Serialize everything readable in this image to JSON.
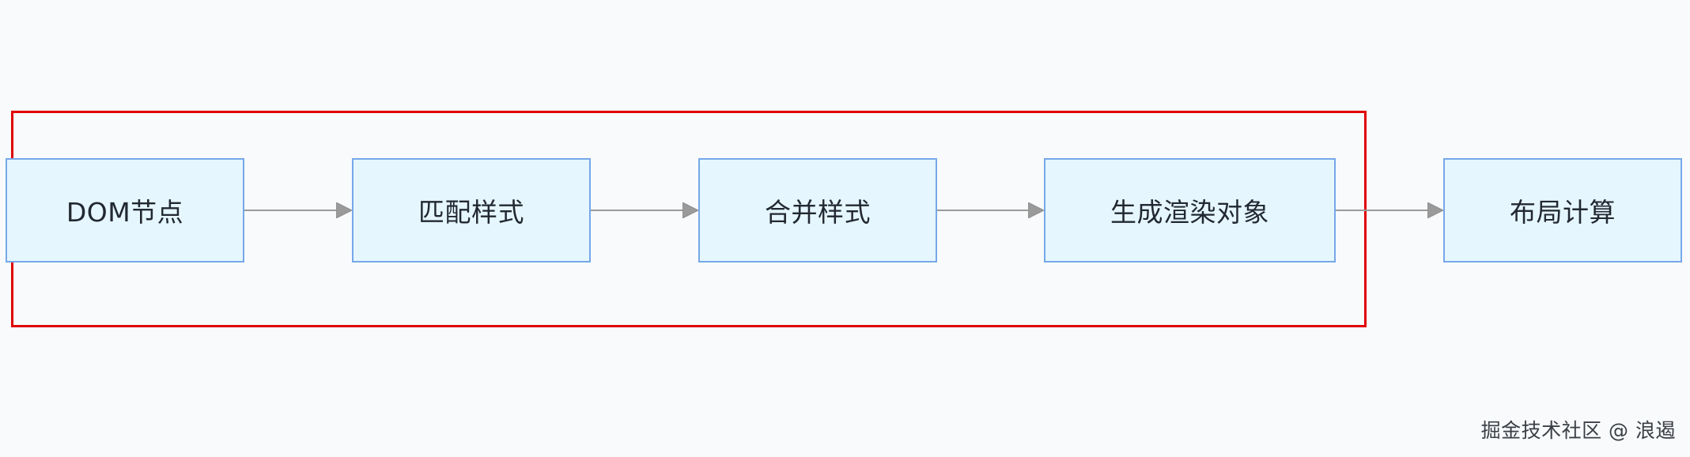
{
  "diagram": {
    "nodes": [
      {
        "label": "DOM节点"
      },
      {
        "label": "匹配样式"
      },
      {
        "label": "合并样式"
      },
      {
        "label": "生成渲染对象"
      },
      {
        "label": "布局计算"
      }
    ],
    "edges": [
      {
        "from": 0,
        "to": 1
      },
      {
        "from": 1,
        "to": 2
      },
      {
        "from": 2,
        "to": 3
      },
      {
        "from": 3,
        "to": 4
      }
    ],
    "highlight_group": {
      "nodes": [
        0,
        1,
        2,
        3
      ],
      "color": "#e00000"
    }
  },
  "watermark": "掘金技术社区 @ 浪遏",
  "colors": {
    "background": "#f8fafc",
    "node_fill": "#e5f6fe",
    "node_border": "#76a8e8",
    "arrow": "#9a9a9a",
    "highlight": "#e00000"
  }
}
